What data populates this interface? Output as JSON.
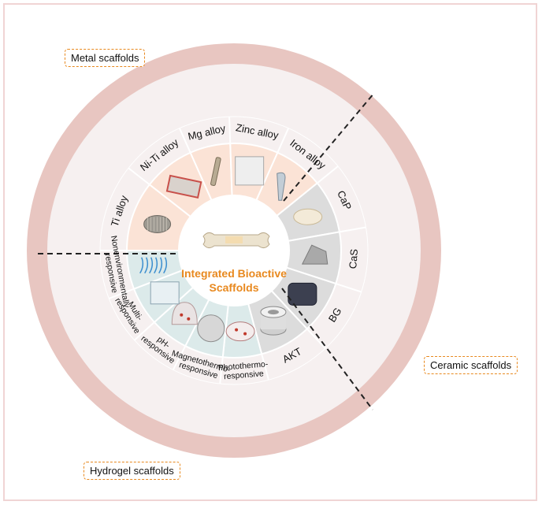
{
  "categories": {
    "metal": "Metal scaffolds",
    "ceramic": "Ceramic scaffolds",
    "hydrogel": "Hydrogel scaffolds"
  },
  "center": {
    "line1": "Integrated Bioactive",
    "line2": "Scaffolds"
  },
  "metal_items": [
    "Ti alloy",
    "Ni-Ti alloy",
    "Mg alloy",
    "Zinc  alloy",
    "Iron alloy"
  ],
  "ceramic_items": [
    "CaP",
    "CaS",
    "BG",
    "AKT"
  ],
  "hydrogel_items": [
    [
      "Nonenvironmentally",
      "responsive"
    ],
    [
      "Multi-",
      "responsive"
    ],
    [
      "pH-",
      "responsive"
    ],
    [
      "Magnetothermo-",
      "responsive"
    ],
    [
      "Photothermo-",
      "responsive"
    ]
  ],
  "colors": {
    "outer_ring": "#e8c6c1",
    "inner_ring": "#f6f0f0",
    "metal_sector": "#fbe3d6",
    "ceramic_sector": "#dcdcdc",
    "hydrogel_sector": "#dceaea",
    "accent": "#e8891f"
  }
}
